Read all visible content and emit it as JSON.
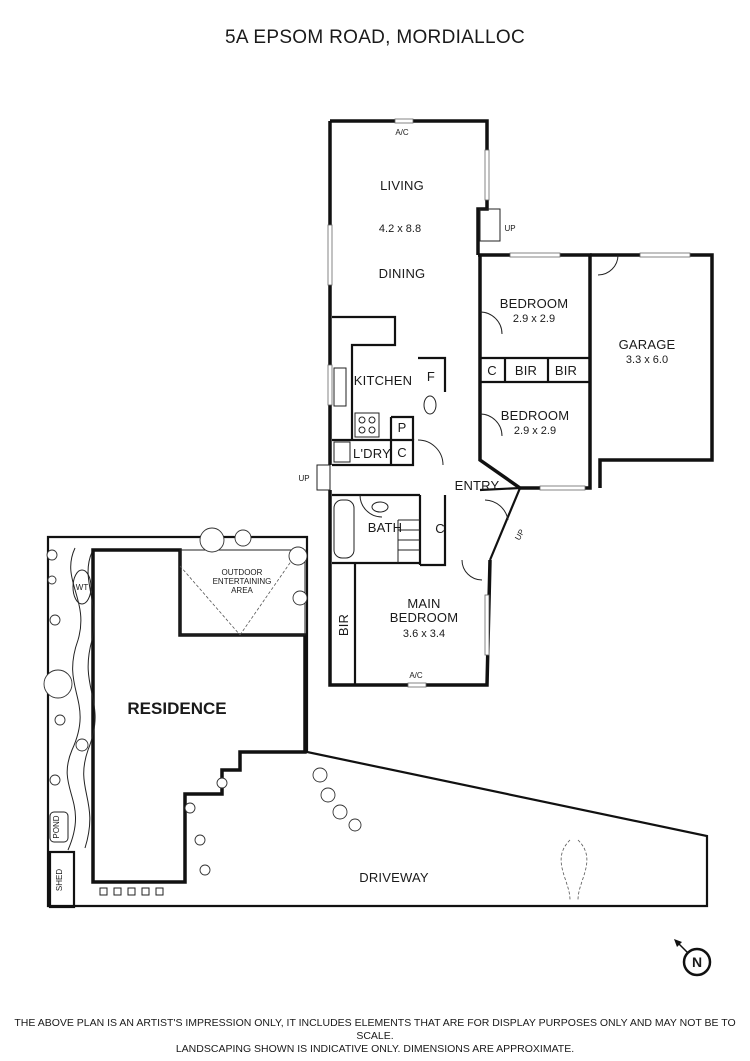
{
  "title": "5A EPSOM ROAD, MORDIALLOC",
  "rooms": {
    "living": {
      "label": "LIVING",
      "dims": "4.2 x 8.8"
    },
    "dining": {
      "label": "DINING"
    },
    "bedroom1": {
      "label": "BEDROOM",
      "dims": "2.9 x 2.9"
    },
    "bedroom2": {
      "label": "BEDROOM",
      "dims": "2.9 x 2.9"
    },
    "garage": {
      "label": "GARAGE",
      "dims": "3.3 x 6.0"
    },
    "kitchen": {
      "label": "KITCHEN"
    },
    "fridge": {
      "label": "F"
    },
    "pantry": {
      "label": "P"
    },
    "laundry": {
      "label": "L'DRY"
    },
    "laundry_cupboard": {
      "label": "C"
    },
    "entry": {
      "label": "ENTRY"
    },
    "bath": {
      "label": "BATH"
    },
    "bath_cupboard": {
      "label": "C"
    },
    "main_bedroom": {
      "label1": "MAIN",
      "label2": "BEDROOM",
      "dims": "3.6 x 3.4"
    },
    "main_bir": {
      "label": "BIR"
    },
    "hall_c": {
      "label": "C"
    },
    "hall_bir1": {
      "label": "BIR"
    },
    "hall_bir2": {
      "label": "BIR"
    }
  },
  "annotations": {
    "ac_top": "A/C",
    "ac_bottom": "A/C",
    "up_living": "UP",
    "up_laundry": "UP",
    "up_entry": "UP",
    "wt": "WT"
  },
  "site": {
    "residence": "RESIDENCE",
    "outdoor1": "OUTDOOR",
    "outdoor2": "ENTERTAINING",
    "outdoor3": "AREA",
    "driveway": "DRIVEWAY",
    "pond": "POND",
    "shed": "SHED"
  },
  "compass": {
    "label": "N"
  },
  "disclaimer": {
    "line1": "THE ABOVE PLAN IS AN ARTIST'S IMPRESSION ONLY, IT INCLUDES ELEMENTS THAT ARE FOR DISPLAY PURPOSES ONLY AND MAY NOT BE TO SCALE.",
    "line2": "LANDSCAPING SHOWN IS INDICATIVE ONLY. DIMENSIONS ARE APPROXIMATE."
  }
}
